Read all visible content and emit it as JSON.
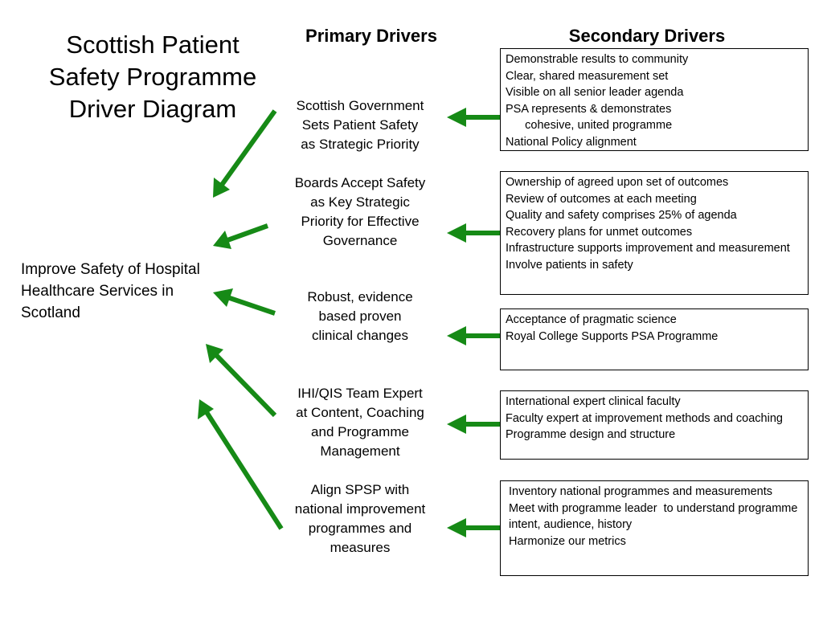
{
  "title": "Scottish Patient Safety Programme Driver Diagram",
  "headers": {
    "primary": "Primary Drivers",
    "secondary": "Secondary Drivers"
  },
  "outcome": "Improve Safety of Hospital Healthcare Services in Scotland",
  "arrow_color": "#168a16",
  "primary_drivers": [
    "Scottish Government\nSets Patient  Safety\nas Strategic Priority",
    "Boards Accept Safety\nas Key Strategic\nPriority for Effective\nGovernance",
    "Robust, evidence\n based proven\nclinical changes",
    "IHI/QIS  Team Expert\nat Content, Coaching\nand Programme\nManagement",
    " Align SPSP with\nnational improvement\nprogrammes and\nmeasures"
  ],
  "secondary_drivers": [
    [
      "Demonstrable results to community",
      "Clear, shared measurement set",
      "Visible on all senior leader agenda",
      "PSA represents & demonstrates",
      "      cohesive, united programme",
      "National Policy alignment"
    ],
    [
      "Ownership of agreed upon set of outcomes",
      "Review of outcomes at each meeting",
      "Quality and safety comprises 25% of agenda",
      "Recovery plans for unmet outcomes",
      "Infrastructure supports improvement and measurement",
      "Involve patients in safety"
    ],
    [
      "Acceptance of pragmatic science",
      "Royal College Supports PSA Programme"
    ],
    [
      "International expert clinical faculty",
      "Faculty expert at improvement methods and coaching",
      "Programme design and structure"
    ],
    [
      "Inventory national programmes and measurements",
      "Meet with programme leader  to understand programme intent, audience, history",
      "Harmonize our metrics"
    ]
  ]
}
